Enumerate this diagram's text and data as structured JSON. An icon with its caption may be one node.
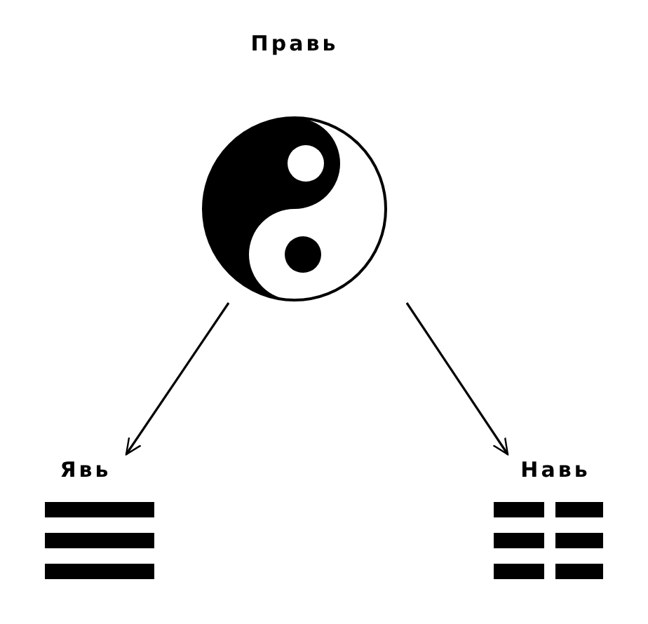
{
  "diagram": {
    "nodes": [
      {
        "text": [
          "Правь"
        ]
      },
      {
        "text": [
          "Явь"
        ]
      },
      {
        "text": [
          "Навь"
        ]
      }
    ],
    "edges": [
      {
        "from": 0,
        "to": 1,
        "arrow": "to"
      },
      {
        "from": 0,
        "to": 2,
        "arrow": "to"
      }
    ]
  }
}
